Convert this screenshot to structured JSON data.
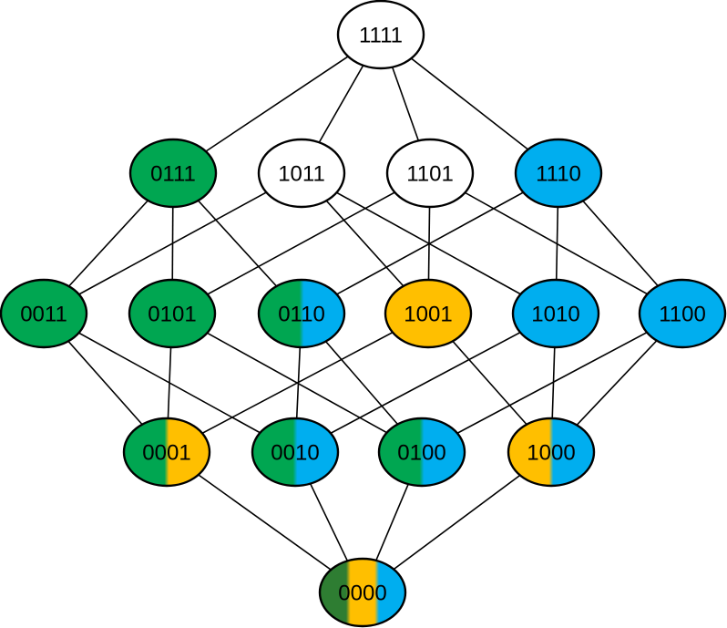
{
  "palette": {
    "green": "#00a651",
    "dark_green": "#2e7d32",
    "yellow": "#ffbf00",
    "blue": "#00aeef",
    "white": "#ffffff"
  },
  "nodes": [
    {
      "id": "1111",
      "label": "1111",
      "fills": [
        "white"
      ]
    },
    {
      "id": "0111",
      "label": "0111",
      "fills": [
        "green"
      ]
    },
    {
      "id": "1011",
      "label": "1011",
      "fills": [
        "white"
      ]
    },
    {
      "id": "1101",
      "label": "1101",
      "fills": [
        "white"
      ]
    },
    {
      "id": "1110",
      "label": "1110",
      "fills": [
        "blue"
      ]
    },
    {
      "id": "0011",
      "label": "0011",
      "fills": [
        "green"
      ]
    },
    {
      "id": "0101",
      "label": "0101",
      "fills": [
        "green"
      ]
    },
    {
      "id": "0110",
      "label": "0110",
      "fills": [
        "green",
        "blue"
      ]
    },
    {
      "id": "1001",
      "label": "1001",
      "fills": [
        "yellow"
      ]
    },
    {
      "id": "1010",
      "label": "1010",
      "fills": [
        "blue"
      ]
    },
    {
      "id": "1100",
      "label": "1100",
      "fills": [
        "blue"
      ]
    },
    {
      "id": "0001",
      "label": "0001",
      "fills": [
        "green",
        "yellow"
      ]
    },
    {
      "id": "0010",
      "label": "0010",
      "fills": [
        "green",
        "blue"
      ]
    },
    {
      "id": "0100",
      "label": "0100",
      "fills": [
        "green",
        "blue"
      ]
    },
    {
      "id": "1000",
      "label": "1000",
      "fills": [
        "yellow",
        "blue"
      ]
    },
    {
      "id": "0000",
      "label": "0000",
      "fills": [
        "dark_green",
        "yellow",
        "blue"
      ]
    }
  ],
  "edges": [
    [
      "1111",
      "0111"
    ],
    [
      "1111",
      "1011"
    ],
    [
      "1111",
      "1101"
    ],
    [
      "1111",
      "1110"
    ],
    [
      "0111",
      "0011"
    ],
    [
      "0111",
      "0101"
    ],
    [
      "0111",
      "0110"
    ],
    [
      "1011",
      "0011"
    ],
    [
      "1011",
      "1001"
    ],
    [
      "1011",
      "1010"
    ],
    [
      "1101",
      "0101"
    ],
    [
      "1101",
      "1001"
    ],
    [
      "1101",
      "1100"
    ],
    [
      "1110",
      "0110"
    ],
    [
      "1110",
      "1010"
    ],
    [
      "1110",
      "1100"
    ],
    [
      "0011",
      "0001"
    ],
    [
      "0011",
      "0010"
    ],
    [
      "0101",
      "0001"
    ],
    [
      "0101",
      "0100"
    ],
    [
      "0110",
      "0010"
    ],
    [
      "0110",
      "0100"
    ],
    [
      "1001",
      "0001"
    ],
    [
      "1001",
      "1000"
    ],
    [
      "1010",
      "0010"
    ],
    [
      "1010",
      "1000"
    ],
    [
      "1100",
      "0100"
    ],
    [
      "1100",
      "1000"
    ],
    [
      "0001",
      "0000"
    ],
    [
      "0010",
      "0000"
    ],
    [
      "0100",
      "0000"
    ],
    [
      "1000",
      "0000"
    ]
  ]
}
